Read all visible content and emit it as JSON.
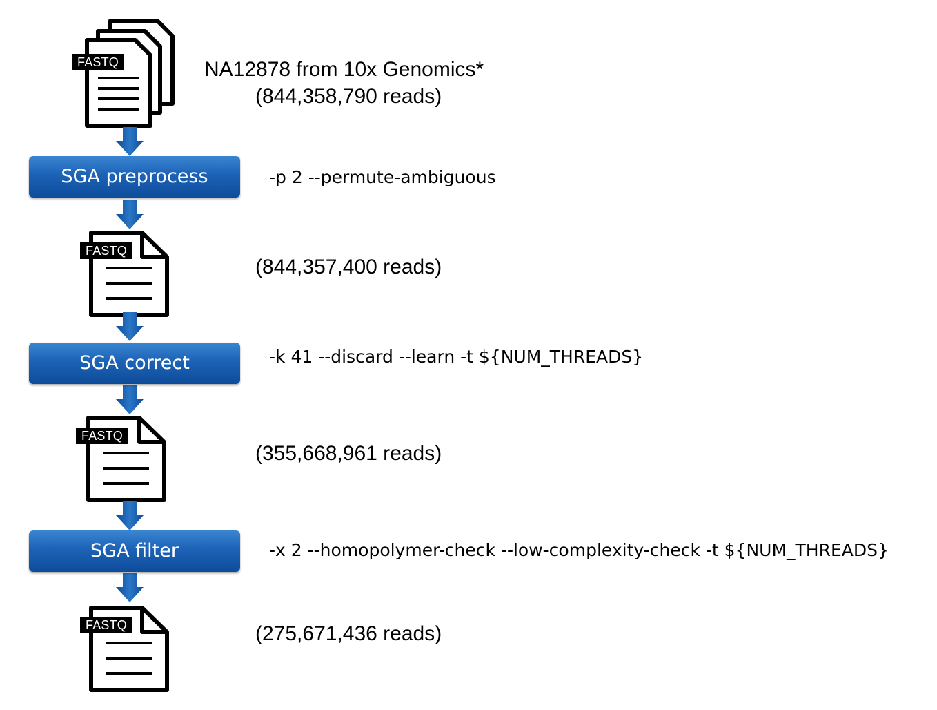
{
  "file_label": "FASTQ",
  "input": {
    "name": "NA12878 from 10x Genomics*",
    "reads": "(844,358,790 reads)"
  },
  "steps": [
    {
      "label": "SGA preprocess",
      "params": "-p 2 --permute-ambiguous",
      "output_reads": "(844,357,400 reads)"
    },
    {
      "label": "SGA correct",
      "params": "-k 41 --discard --learn -t ${NUM_THREADS}",
      "output_reads": "(355,668,961 reads)"
    },
    {
      "label": "SGA filter",
      "params": "-x 2 --homopolymer-check --low-complexity-check -t ${NUM_THREADS}",
      "output_reads": "(275,671,436 reads)"
    }
  ],
  "colors": {
    "step_box": "#1c62b6",
    "arrow": "#1a5fb4",
    "file_tag_bg": "#000000"
  },
  "icons": [
    "document-stack-icon",
    "document-icon",
    "down-arrow-icon"
  ]
}
